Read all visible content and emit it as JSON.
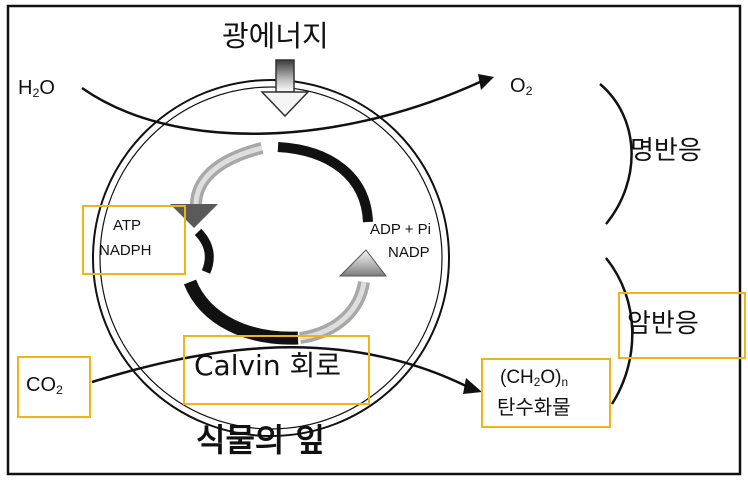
{
  "diagram": {
    "light_energy": "광에너지",
    "water": {
      "main": "H",
      "sub": "2",
      "tail": "O"
    },
    "oxygen": {
      "main": "O",
      "sub": "2"
    },
    "light_reaction": "명반응",
    "dark_reaction": "암반응",
    "atp_label": "ATP",
    "nadph_label": "NADPH",
    "adp_label": "ADP + Pi",
    "nadp_label": "NADP",
    "calvin_cycle": "Calvin 회로",
    "carbon_dioxide": {
      "main": "CO",
      "sub": "2"
    },
    "carbohydrate": {
      "pre": "(CH",
      "sub": "2",
      "mid": "O)",
      "sub2": "n"
    },
    "carbohydrate_korean": "탄수화물",
    "leaf_label": "식물의 잎"
  },
  "colors": {
    "highlight_box": "#f1b21a",
    "line": "#111111",
    "arrow_gray": "#9a9a9a"
  }
}
